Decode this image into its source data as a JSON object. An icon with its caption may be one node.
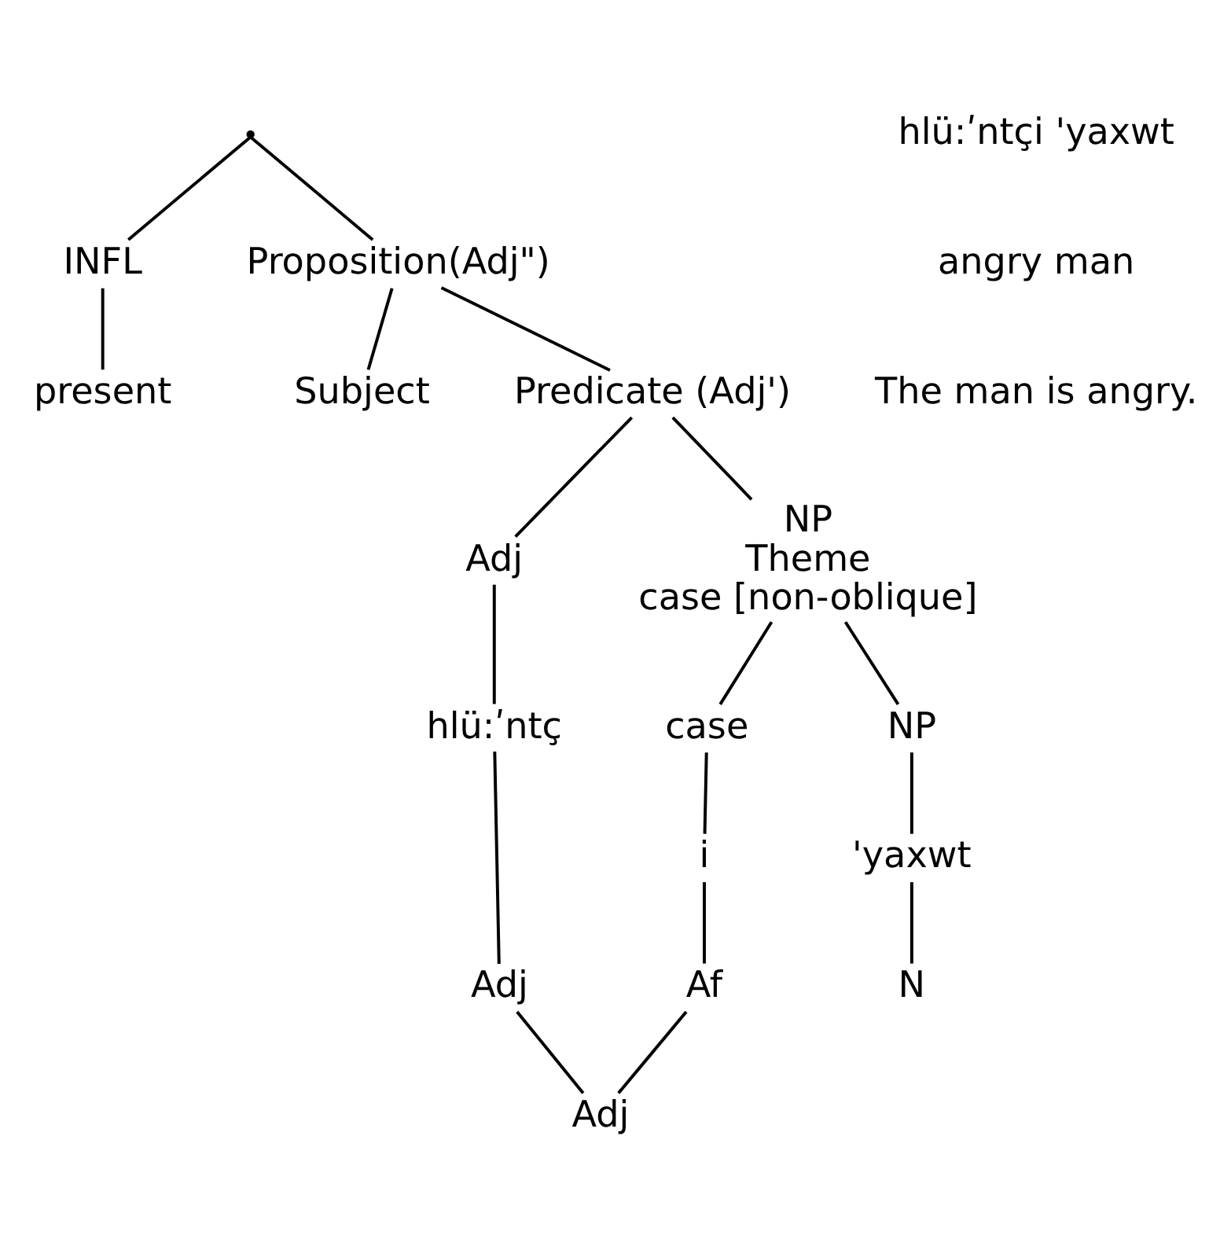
{
  "diagram": {
    "nodes": [
      {
        "text": [],
        "shape": "point"
      },
      {
        "text": [
          "INFL"
        ]
      },
      {
        "text": [
          "Proposition(Adj\")"
        ]
      },
      {
        "text": [
          "present"
        ]
      },
      {
        "text": [
          "Subject"
        ]
      },
      {
        "text": [
          "Predicate (Adj')"
        ]
      },
      {
        "text": [
          "Adj"
        ]
      },
      {
        "text": [
          "NP",
          "Theme",
          "case [non-oblique]"
        ]
      },
      {
        "text": [
          "case"
        ]
      },
      {
        "text": [
          "NP"
        ]
      },
      {
        "text": [
          "hlü:ʹntç"
        ]
      },
      {
        "text": [
          "i"
        ]
      },
      {
        "text": [
          "'yaxwt"
        ]
      },
      {
        "text": [
          "Adj"
        ]
      },
      {
        "text": [
          "Af"
        ]
      },
      {
        "text": [
          "N"
        ]
      },
      {
        "text": [
          "Adj"
        ]
      }
    ],
    "edges": [
      {
        "from": 0,
        "to": 1,
        "arrow": "none"
      },
      {
        "from": 0,
        "to": 2,
        "arrow": "none"
      },
      {
        "from": 1,
        "to": 3,
        "arrow": "none"
      },
      {
        "from": 2,
        "to": 4,
        "arrow": "none"
      },
      {
        "from": 2,
        "to": 5,
        "arrow": "none"
      },
      {
        "from": 5,
        "to": 6,
        "arrow": "none"
      },
      {
        "from": 5,
        "to": 7,
        "arrow": "none"
      },
      {
        "from": 7,
        "to": 8,
        "arrow": "none"
      },
      {
        "from": 7,
        "to": 9,
        "arrow": "none"
      },
      {
        "from": 6,
        "to": 10,
        "arrow": "none"
      },
      {
        "from": 8,
        "to": 11,
        "arrow": "none"
      },
      {
        "from": 9,
        "to": 12,
        "arrow": "none"
      },
      {
        "from": 10,
        "to": 13,
        "arrow": "none"
      },
      {
        "from": 11,
        "to": 14,
        "arrow": "none"
      },
      {
        "from": 12,
        "to": 15,
        "arrow": "none"
      },
      {
        "from": 13,
        "to": 16,
        "arrow": "none"
      },
      {
        "from": 14,
        "to": 16,
        "arrow": "none"
      }
    ],
    "labels": [
      "hlü:ʹntçi 'yaxwt",
      "angry man",
      "The man is angry."
    ]
  }
}
